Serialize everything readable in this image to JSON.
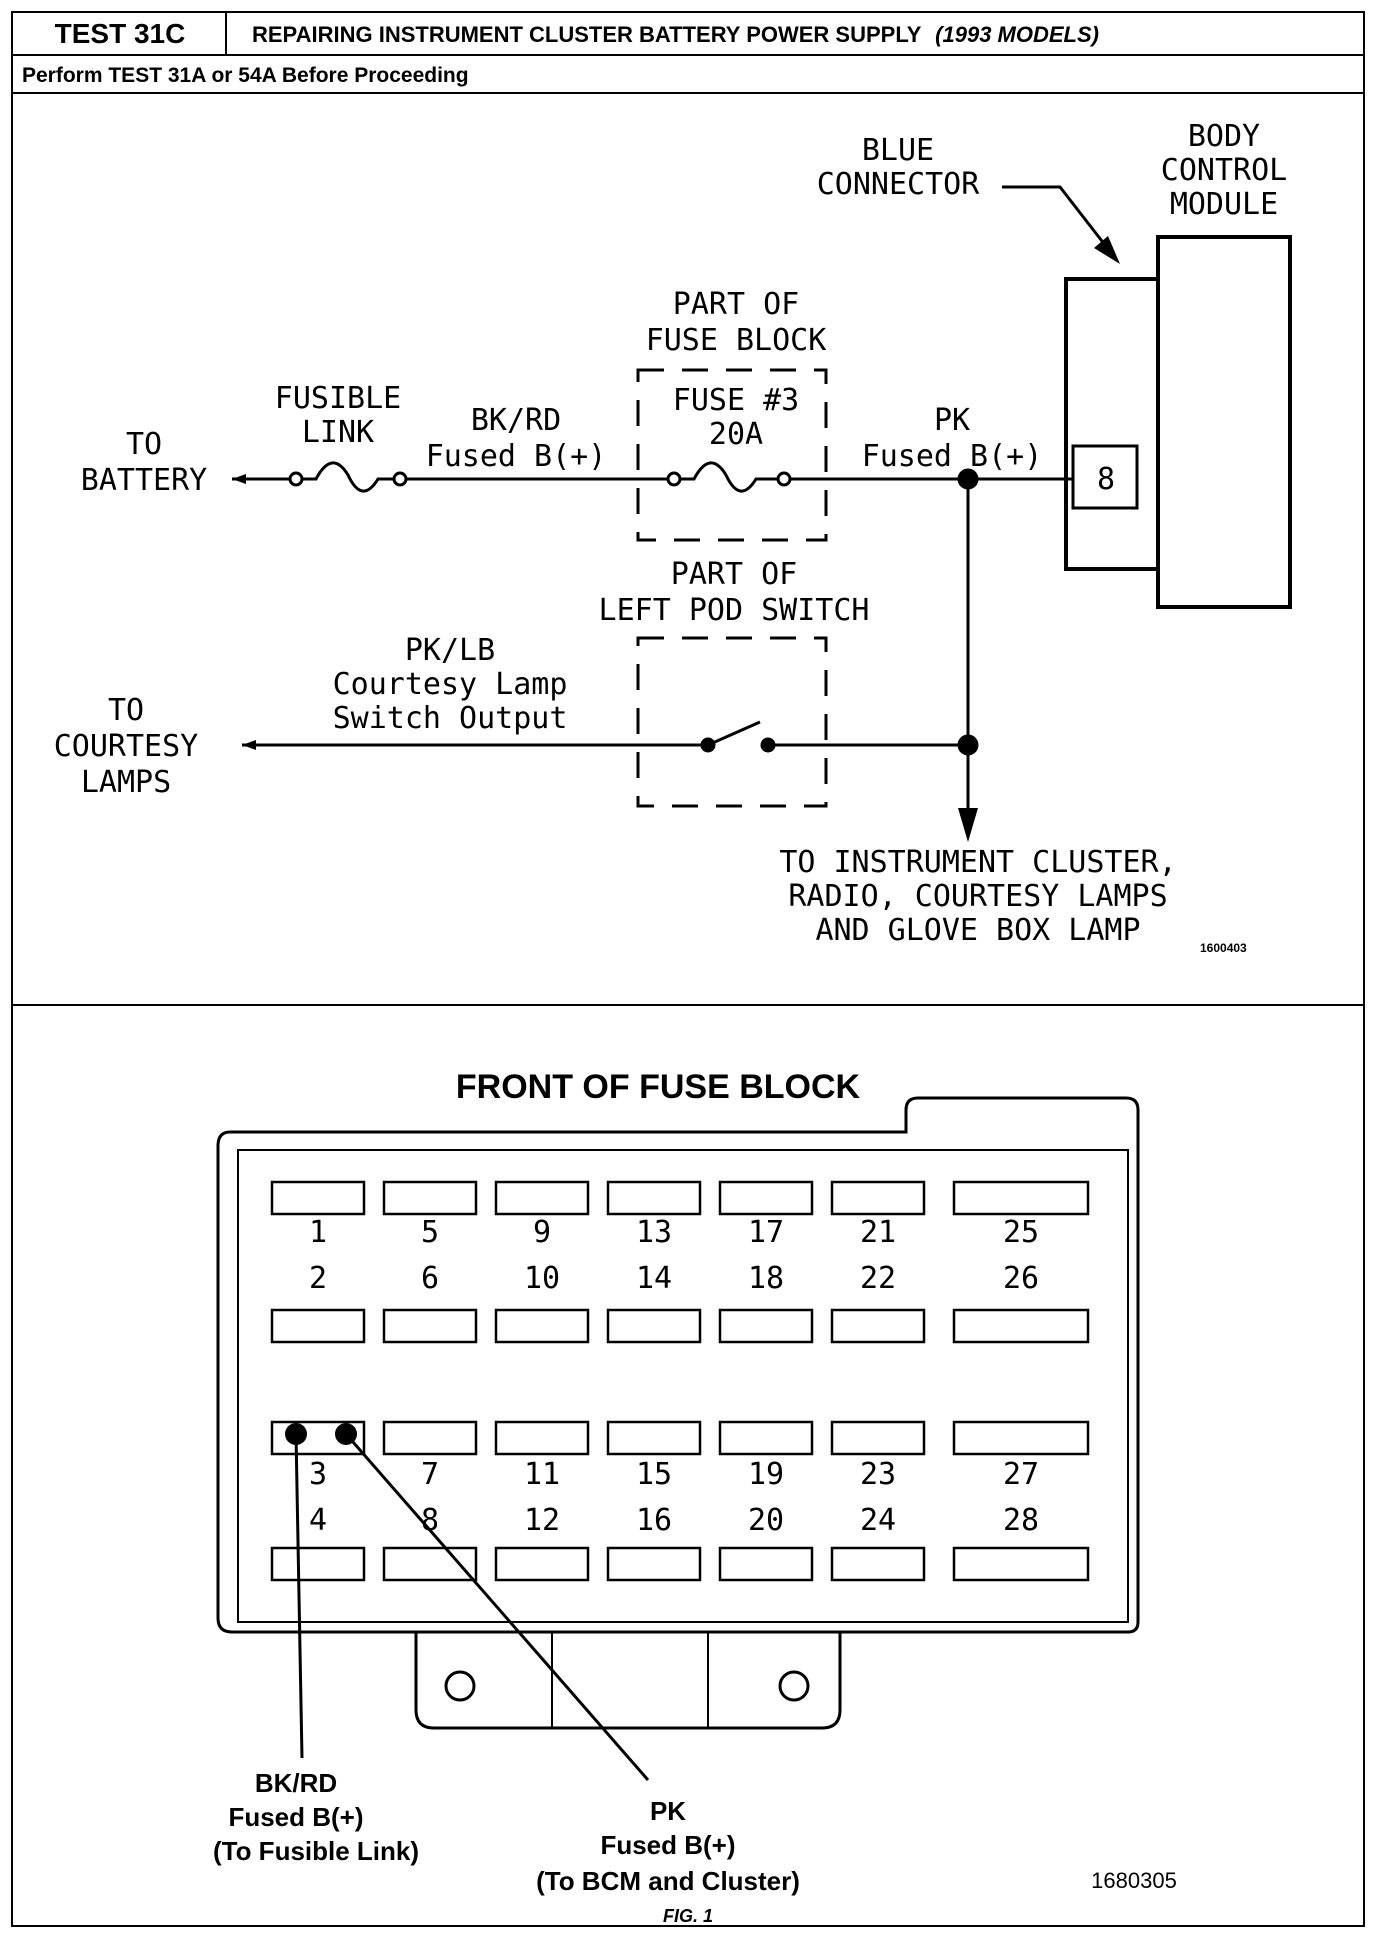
{
  "header": {
    "test_id": "TEST 31C",
    "title_main": "REPAIRING INSTRUMENT CLUSTER BATTERY POWER SUPPLY",
    "title_italic": "(1993 MODELS)",
    "prereq": "Perform TEST 31A or 54A Before Proceeding"
  },
  "schematic": {
    "bcm_label": [
      "BODY",
      "CONTROL",
      "MODULE"
    ],
    "blue_connector_label": [
      "BLUE",
      "CONNECTOR"
    ],
    "pin_8": "8",
    "fuse_block_label": [
      "PART OF",
      "FUSE BLOCK"
    ],
    "fuse_label": [
      "FUSE #3",
      "20A"
    ],
    "fusible_link_label": [
      "FUSIBLE",
      "LINK"
    ],
    "to_battery": [
      "TO",
      "BATTERY"
    ],
    "bkrd_wire": [
      "BK/RD",
      "Fused B(+)"
    ],
    "pk_wire": [
      "PK",
      "Fused B(+)"
    ],
    "pod_switch_label": [
      "PART OF",
      "LEFT POD SWITCH"
    ],
    "pklb_wire": [
      "PK/LB",
      "Courtesy Lamp",
      "Switch Output"
    ],
    "to_courtesy": [
      "TO",
      "COURTESY",
      "LAMPS"
    ],
    "to_cluster": [
      "TO INSTRUMENT CLUSTER,",
      "RADIO, COURTESY LAMPS",
      "AND GLOVE BOX LAMP"
    ],
    "figure_code": "1600403"
  },
  "fuse_block": {
    "title": "FRONT OF FUSE BLOCK",
    "numbers_row1": [
      "1",
      "5",
      "9",
      "13",
      "17",
      "21",
      "25"
    ],
    "numbers_row2": [
      "2",
      "6",
      "10",
      "14",
      "18",
      "22",
      "26"
    ],
    "numbers_row3": [
      "3",
      "7",
      "11",
      "15",
      "19",
      "23",
      "27"
    ],
    "numbers_row4": [
      "4",
      "8",
      "12",
      "16",
      "20",
      "24",
      "28"
    ],
    "callout_bkrd": [
      "BK/RD",
      "Fused B(+)",
      "(To Fusible Link)"
    ],
    "callout_pk": [
      "PK",
      "Fused B(+)",
      "(To BCM and Cluster)"
    ],
    "figure_code": "1680305",
    "figure_caption": "FIG. 1"
  }
}
